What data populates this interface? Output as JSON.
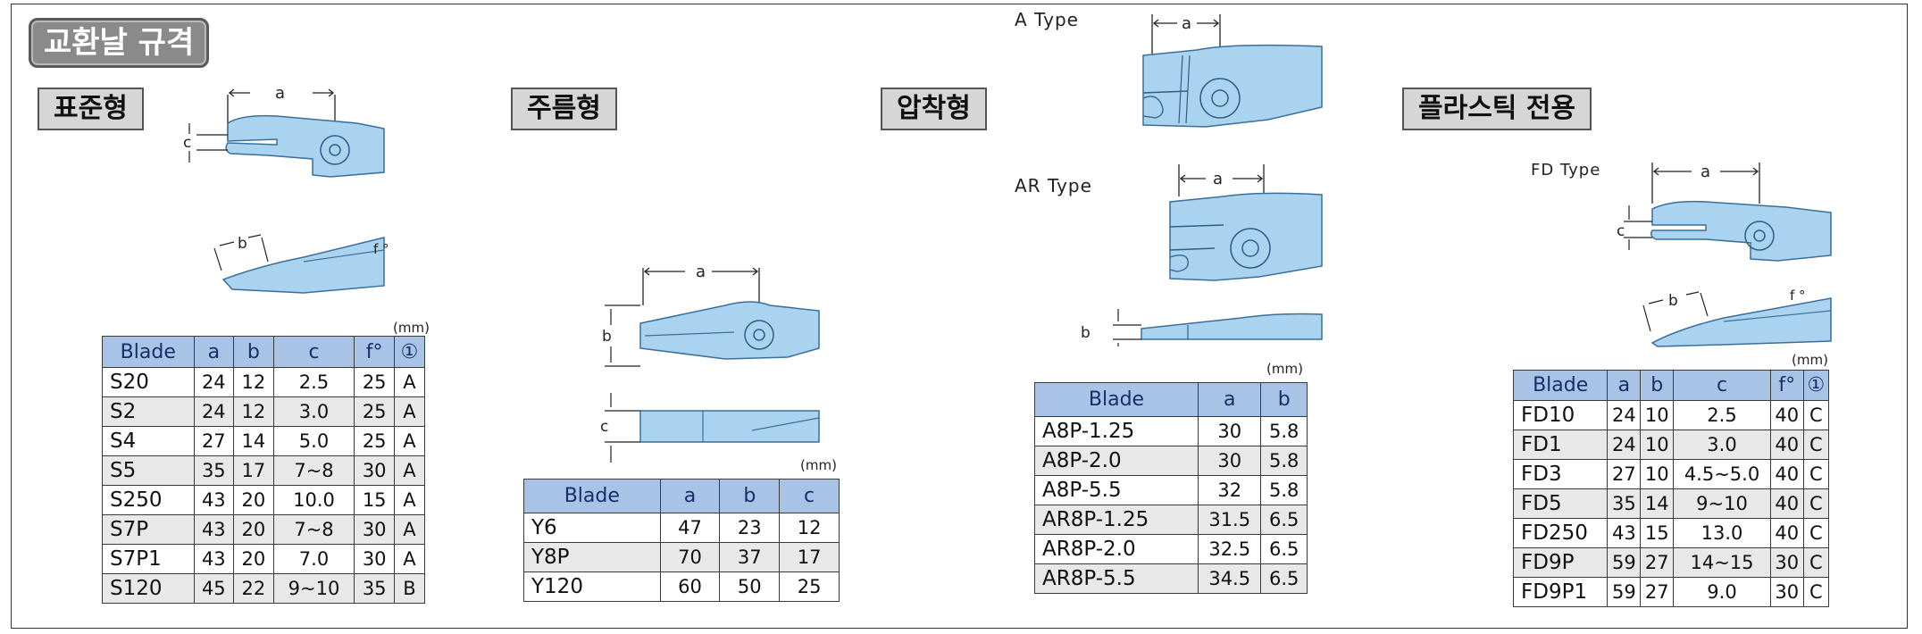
{
  "title": "교환날 규격",
  "unit": "(mm)",
  "colors": {
    "blade_fill": "#a9d3ee",
    "header_fill": "#a9c3e6",
    "marker_red": "#c8102e"
  },
  "sections": {
    "standard": {
      "label": "표준형",
      "dims": {
        "a": "a",
        "b": "b",
        "c": "c",
        "f": "f °"
      },
      "columns": [
        "Blade",
        "a",
        "b",
        "c",
        "f°",
        "①"
      ],
      "rows": [
        [
          "S20",
          "24",
          "12",
          "2.5",
          "25",
          "A"
        ],
        [
          "S2",
          "24",
          "12",
          "3.0",
          "25",
          "A"
        ],
        [
          "S4",
          "27",
          "14",
          "5.0",
          "25",
          "A"
        ],
        [
          "S5",
          "35",
          "17",
          "7~8",
          "30",
          "A"
        ],
        [
          "S250",
          "43",
          "20",
          "10.0",
          "15",
          "A"
        ],
        [
          "S7P",
          "43",
          "20",
          "7~8",
          "30",
          "A"
        ],
        [
          "S7P1",
          "43",
          "20",
          "7.0",
          "30",
          "A"
        ],
        [
          "S120",
          "45",
          "22",
          "9~10",
          "35",
          "B"
        ]
      ]
    },
    "wrinkle": {
      "label": "주름형",
      "dims": {
        "a": "a",
        "b": "b",
        "c": "c"
      },
      "columns": [
        "Blade",
        "a",
        "b",
        "c"
      ],
      "rows": [
        [
          "Y6",
          "47",
          "23",
          "12"
        ],
        [
          "Y8P",
          "70",
          "37",
          "17"
        ],
        [
          "Y120",
          "60",
          "50",
          "25"
        ]
      ]
    },
    "crimp": {
      "label": "압착형",
      "type_a": "A Type",
      "type_ar": "AR Type",
      "dims": {
        "a": "a",
        "b": "b"
      },
      "columns": [
        "Blade",
        "a",
        "b"
      ],
      "rows": [
        [
          "A8P-1.25",
          "30",
          "5.8"
        ],
        [
          "A8P-2.0",
          "30",
          "5.8"
        ],
        [
          "A8P-5.5",
          "32",
          "5.8"
        ],
        [
          "AR8P-1.25",
          "31.5",
          "6.5"
        ],
        [
          "AR8P-2.0",
          "32.5",
          "6.5"
        ],
        [
          "AR8P-5.5",
          "34.5",
          "6.5"
        ]
      ]
    },
    "plastic": {
      "label": "플라스틱 전용",
      "type_fd": "FD Type",
      "dims": {
        "a": "a",
        "b": "b",
        "c": "c",
        "f": "f °"
      },
      "columns": [
        "Blade",
        "a",
        "b",
        "c",
        "f°",
        "①"
      ],
      "rows": [
        [
          "FD10",
          "24",
          "10",
          "2.5",
          "40",
          "C"
        ],
        [
          "FD1",
          "24",
          "10",
          "3.0",
          "40",
          "C"
        ],
        [
          "FD3",
          "27",
          "10",
          "4.5~5.0",
          "40",
          "C"
        ],
        [
          "FD5",
          "35",
          "14",
          "9~10",
          "40",
          "C"
        ],
        [
          "FD250",
          "43",
          "15",
          "13.0",
          "40",
          "C"
        ],
        [
          "FD9P",
          "59",
          "27",
          "14~15",
          "30",
          "C"
        ],
        [
          "FD9P1",
          "59",
          "27",
          "9.0",
          "30",
          "C"
        ]
      ]
    }
  }
}
